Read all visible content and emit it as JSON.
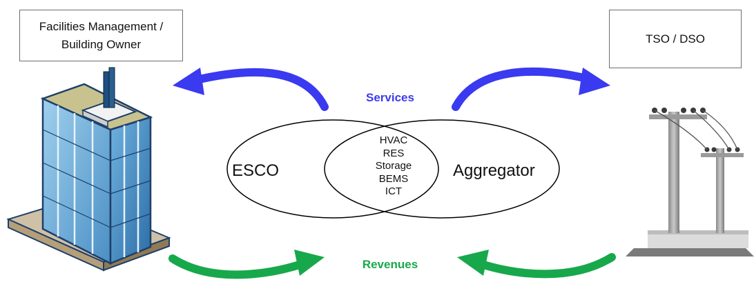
{
  "boxes": {
    "facilities": {
      "line1": "Facilities Management /",
      "line2": "Building Owner"
    },
    "tso": {
      "label": "TSO / DSO"
    }
  },
  "labels": {
    "services": "Services",
    "revenues": "Revenues"
  },
  "venn": {
    "left": "ESCO",
    "right": "Aggregator",
    "overlap": [
      "HVAC",
      "RES",
      "Storage",
      "BEMS",
      "ICT"
    ]
  },
  "colors": {
    "services_arrow": "#3a3af0",
    "revenues_arrow": "#17a84b",
    "services_text": "#3a3af0",
    "revenues_text": "#17a84b"
  },
  "icons": {
    "building": "office-building-icon",
    "pylon": "power-pylon-icon"
  }
}
